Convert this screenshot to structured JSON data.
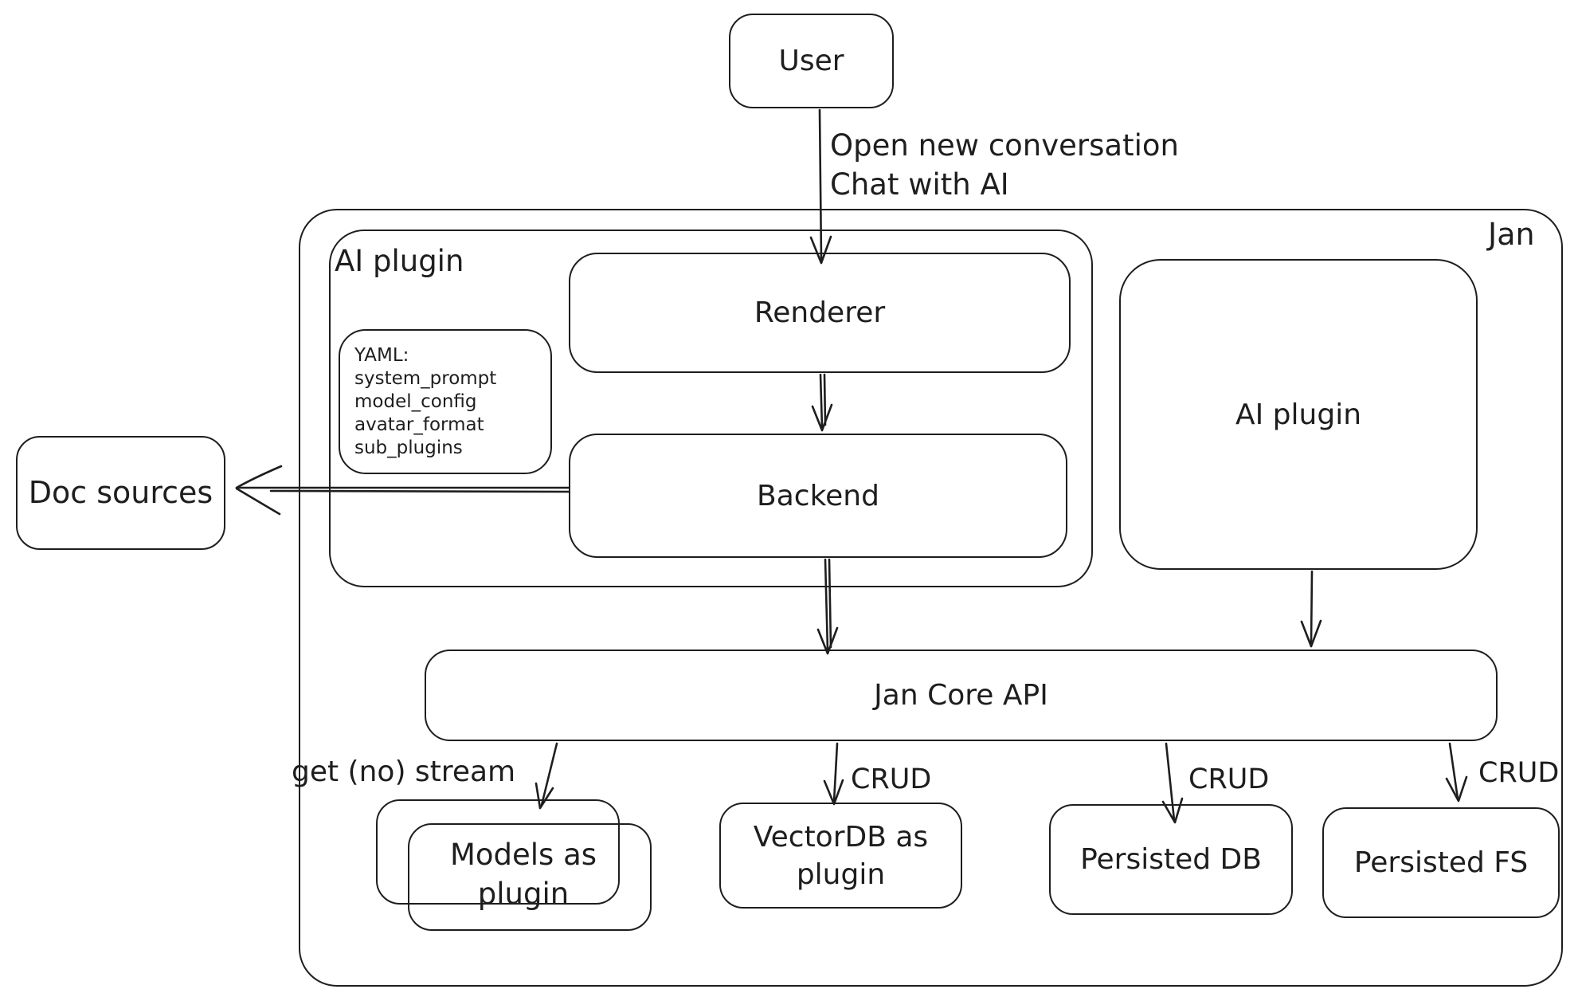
{
  "colors": {
    "stroke": "#1e1e1e",
    "background": "#ffffff"
  },
  "nodes": {
    "user": {
      "label": "User"
    },
    "jan_container": {
      "label": "Jan"
    },
    "ai_plugin_container": {
      "label": "AI plugin"
    },
    "renderer": {
      "label": "Renderer"
    },
    "yaml_note": {
      "lines": [
        "YAML:",
        "system_prompt",
        "model_config",
        "avatar_format",
        "sub_plugins"
      ]
    },
    "backend": {
      "label": "Backend"
    },
    "doc_sources": {
      "label": "Doc sources"
    },
    "ai_plugin_right": {
      "label": "AI plugin"
    },
    "jan_core_api": {
      "label": "Jan Core API"
    },
    "models_as_plugin": {
      "lines": [
        "Models as",
        "plugin"
      ]
    },
    "vectordb_as_plugin": {
      "lines": [
        "VectorDB as",
        "plugin"
      ]
    },
    "persisted_db": {
      "label": "Persisted DB"
    },
    "persisted_fs": {
      "label": "Persisted FS"
    }
  },
  "edge_labels": {
    "user_to_renderer": {
      "lines": [
        "Open new conversation",
        "Chat with AI"
      ]
    },
    "api_to_models": {
      "label": "get (no) stream"
    },
    "api_to_vectordb": {
      "label": "CRUD"
    },
    "api_to_persisted_db": {
      "label": "CRUD"
    },
    "api_to_persisted_fs": {
      "label": "CRUD"
    }
  }
}
